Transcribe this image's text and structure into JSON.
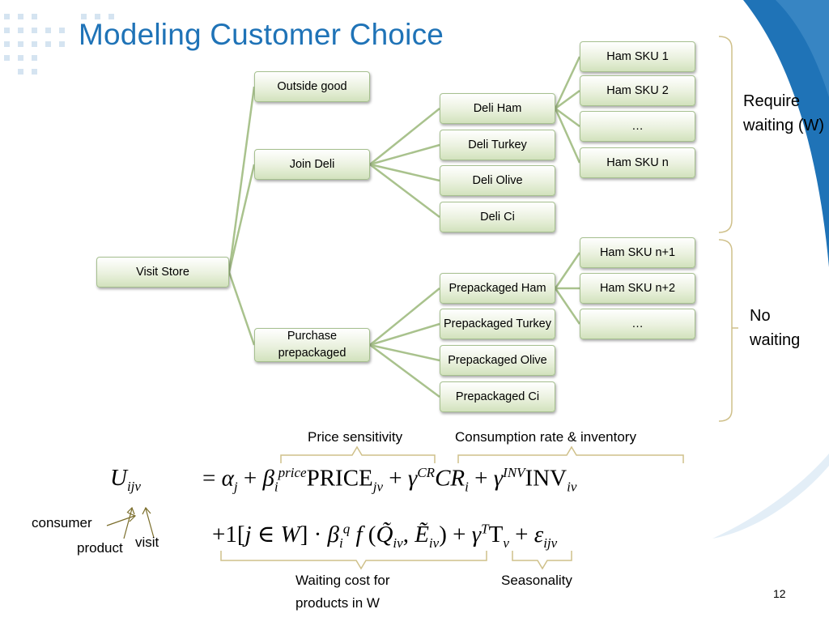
{
  "title": "Modeling Customer Choice",
  "tree": {
    "root": "Visit Store",
    "level1": [
      "Outside good",
      "Join Deli",
      "Purchase prepackaged"
    ],
    "deli_items": [
      "Deli Ham",
      "Deli Turkey",
      "Deli Olive",
      "Deli Ci"
    ],
    "prepack_items": [
      "Prepackaged Ham",
      "Prepackaged Turkey",
      "Prepackaged Olive",
      "Prepackaged Ci"
    ],
    "ham_skus_waiting": [
      "Ham SKU  1",
      "Ham SKU  2",
      "…",
      "Ham SKU  n"
    ],
    "ham_skus_nowait": [
      "Ham SKU  n+1",
      "Ham SKU  n+2",
      "…"
    ]
  },
  "brackets": {
    "require_waiting": "Require waiting (W)",
    "no_waiting": "No waiting"
  },
  "annotations": {
    "price_sensitivity": "Price sensitivity",
    "consumption": "Consumption rate & inventory",
    "waiting_cost": "Waiting cost for products in W",
    "seasonality": "Seasonality",
    "consumer": "consumer",
    "product": "product",
    "visit": "visit"
  },
  "equation": {
    "utility": "U",
    "utility_sub": "ijv",
    "price_term": "PRICE",
    "cr_term": "CR",
    "inv_term": "INV",
    "price_sup": "price",
    "cr_sup": "CR",
    "inv_sup": "INV",
    "seasonal_sup": "T"
  },
  "page_number": "12"
}
